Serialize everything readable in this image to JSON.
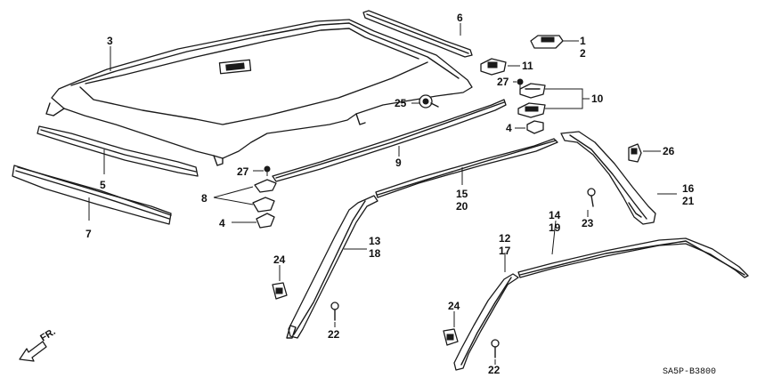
{
  "labels": {
    "n1": "1",
    "n2": "2",
    "n3": "3",
    "n4a": "4",
    "n4b": "4",
    "n5": "5",
    "n6": "6",
    "n7": "7",
    "n8": "8",
    "n9": "9",
    "n10": "10",
    "n11": "11",
    "n12": "12",
    "n13": "13",
    "n14": "14",
    "n15": "15",
    "n16": "16",
    "n17": "17",
    "n18": "18",
    "n19": "19",
    "n20": "20",
    "n21": "21",
    "n22a": "22",
    "n22b": "22",
    "n23": "23",
    "n24a": "24",
    "n24b": "24",
    "n25": "25",
    "n26": "26",
    "n27a": "27",
    "n27b": "27"
  },
  "direction_label": "FR.",
  "diagram_code": "SA5P-B3800"
}
